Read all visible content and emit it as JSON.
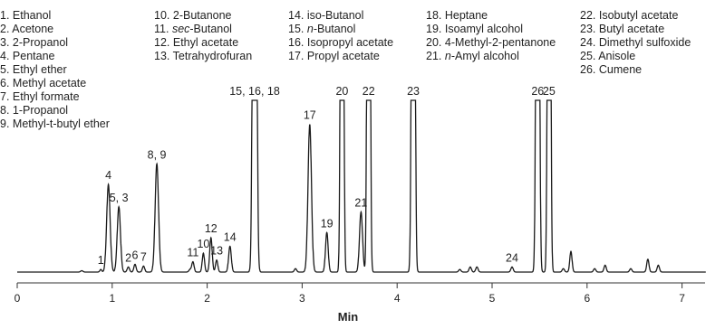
{
  "chart_data": {
    "type": "line",
    "title": "",
    "xlabel": "Min",
    "ylabel": "",
    "xlim": [
      0,
      7.25
    ],
    "ylim": [
      0,
      1.0
    ],
    "grid": false,
    "x_ticks": [
      0,
      1,
      2,
      3,
      4,
      5,
      6,
      7
    ],
    "x_tick_labels": [
      "0",
      "1",
      "2",
      "3",
      "4",
      "5",
      "6",
      "7"
    ],
    "legend": [
      {
        "num": "1.",
        "name": "Ethanol"
      },
      {
        "num": "2.",
        "name": "Acetone"
      },
      {
        "num": "3.",
        "name": "2-Propanol"
      },
      {
        "num": "4.",
        "name": "Pentane"
      },
      {
        "num": "5.",
        "name": "Ethyl ether"
      },
      {
        "num": "6.",
        "name": "Methyl acetate"
      },
      {
        "num": "7.",
        "name": "Ethyl formate"
      },
      {
        "num": "8.",
        "name": "1-Propanol"
      },
      {
        "num": "9.",
        "name": "Methyl-t-butyl ether"
      },
      {
        "num": "10.",
        "name": "2-Butanone"
      },
      {
        "num": "11.",
        "prefix": "sec",
        "name": "-Butanol"
      },
      {
        "num": "12.",
        "name": "Ethyl acetate"
      },
      {
        "num": "13.",
        "name": "Tetrahydrofuran"
      },
      {
        "num": "14.",
        "name": "iso-Butanol"
      },
      {
        "num": "15.",
        "prefix": "n",
        "name": "-Butanol"
      },
      {
        "num": "16.",
        "name": "Isopropyl acetate"
      },
      {
        "num": "17.",
        "name": "Propyl acetate"
      },
      {
        "num": "18.",
        "name": "Heptane"
      },
      {
        "num": "19.",
        "name": "Isoamyl alcohol"
      },
      {
        "num": "20.",
        "name": "4-Methyl-2-pentanone"
      },
      {
        "num": "21.",
        "prefix": "n",
        "name": "-Amyl alcohol"
      },
      {
        "num": "22.",
        "name": "Isobutyl acetate"
      },
      {
        "num": "23.",
        "name": "Butyl acetate"
      },
      {
        "num": "24.",
        "name": "Dimethyl sulfoxide"
      },
      {
        "num": "25.",
        "name": "Anisole"
      },
      {
        "num": "26.",
        "name": "Cumene"
      }
    ],
    "peaks": [
      {
        "label": "1",
        "rt": 0.88,
        "height": 0.015,
        "width": 0.01
      },
      {
        "label": "4",
        "rt": 0.96,
        "height": 0.51,
        "width": 0.018
      },
      {
        "label": "5, 3",
        "rt": 1.07,
        "height": 0.38,
        "width": 0.017
      },
      {
        "label": "2",
        "rt": 1.17,
        "height": 0.03,
        "width": 0.012
      },
      {
        "label": "6",
        "rt": 1.24,
        "height": 0.045,
        "width": 0.012
      },
      {
        "label": "7",
        "rt": 1.33,
        "height": 0.035,
        "width": 0.012
      },
      {
        "label": "8, 9",
        "rt": 1.47,
        "height": 0.63,
        "width": 0.018
      },
      {
        "label": "11",
        "rt": 1.85,
        "height": 0.06,
        "width": 0.012
      },
      {
        "label": "10",
        "rt": 1.96,
        "height": 0.11,
        "width": 0.012
      },
      {
        "label": "12",
        "rt": 2.04,
        "height": 0.2,
        "width": 0.013
      },
      {
        "label": "13",
        "rt": 2.1,
        "height": 0.07,
        "width": 0.012
      },
      {
        "label": "14",
        "rt": 2.24,
        "height": 0.15,
        "width": 0.014
      },
      {
        "label": "15, 16, 18",
        "rt": 2.5,
        "height": 1.0,
        "width": 0.028,
        "truncated": true
      },
      {
        "label": "17",
        "rt": 3.08,
        "height": 0.86,
        "width": 0.018
      },
      {
        "label": "19",
        "rt": 3.26,
        "height": 0.23,
        "width": 0.014
      },
      {
        "label": "20",
        "rt": 3.42,
        "height": 1.0,
        "width": 0.022,
        "truncated": true
      },
      {
        "label": "21",
        "rt": 3.62,
        "height": 0.35,
        "width": 0.016
      },
      {
        "label": "22",
        "rt": 3.7,
        "height": 1.0,
        "width": 0.022,
        "truncated": true
      },
      {
        "label": "23",
        "rt": 4.17,
        "height": 1.0,
        "width": 0.024,
        "truncated": true
      },
      {
        "label": "24",
        "rt": 5.21,
        "height": 0.03,
        "width": 0.012
      },
      {
        "label": "26",
        "rt": 5.48,
        "height": 1.0,
        "width": 0.024,
        "truncated": true
      },
      {
        "label": "25",
        "rt": 5.6,
        "height": 1.0,
        "width": 0.022,
        "truncated": true
      }
    ],
    "minor_peaks": [
      {
        "rt": 0.68,
        "height": 0.008
      },
      {
        "rt": 1.82,
        "height": 0.015
      },
      {
        "rt": 2.93,
        "height": 0.02
      },
      {
        "rt": 4.66,
        "height": 0.015
      },
      {
        "rt": 4.77,
        "height": 0.03
      },
      {
        "rt": 4.84,
        "height": 0.03
      },
      {
        "rt": 5.75,
        "height": 0.02
      },
      {
        "rt": 5.83,
        "height": 0.12
      },
      {
        "rt": 6.08,
        "height": 0.02
      },
      {
        "rt": 6.19,
        "height": 0.04
      },
      {
        "rt": 6.46,
        "height": 0.02
      },
      {
        "rt": 6.64,
        "height": 0.075
      },
      {
        "rt": 6.75,
        "height": 0.04
      }
    ]
  }
}
